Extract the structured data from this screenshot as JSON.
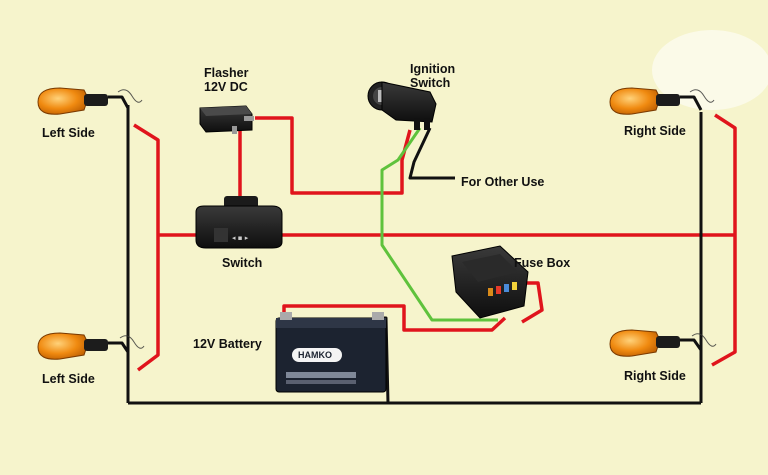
{
  "labels": {
    "flasher": [
      "Flasher",
      "12V DC"
    ],
    "ignition": [
      "Ignition",
      "Switch"
    ],
    "left_side_top": "Left Side",
    "right_side_top": "Right Side",
    "left_side_bottom": "Left Side",
    "right_side_bottom": "Right Side",
    "for_other_use": "For Other Use",
    "switch": "Switch",
    "fuse_box": "Fuse Box",
    "battery": "12V Battery",
    "battery_brand": "HAMKO"
  },
  "colors": {
    "background": "#f6f4cc",
    "wire_red": "#e0141c",
    "wire_black": "#111111",
    "wire_green": "#5fc23c",
    "indicator_amber": "#f08a10",
    "component_body": "#1a1a1a"
  },
  "components": {
    "indicators": [
      "left-top",
      "left-bottom",
      "right-top",
      "right-bottom"
    ],
    "icons": [
      "turn-indicator-icon",
      "flasher-relay-icon",
      "ignition-switch-icon",
      "handlebar-switch-icon",
      "fuse-box-icon",
      "battery-icon"
    ]
  }
}
